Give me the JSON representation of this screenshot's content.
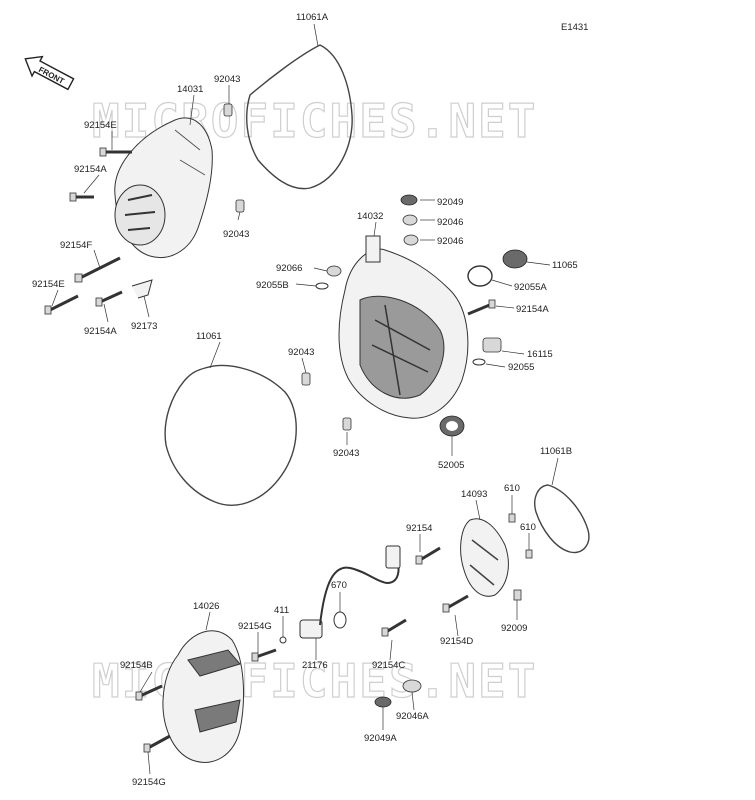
{
  "diagram_code": "E1431",
  "front_label": "FRONT",
  "watermarks": [
    "MICROFICHES.NET",
    "MICROFICHES.NET"
  ],
  "callouts": {
    "c11061A": "11061A",
    "c14031": "14031",
    "c92043a": "92043",
    "c92154E_top": "92154E",
    "c92154A_left": "92154A",
    "c92043b": "92043",
    "c92154F": "92154F",
    "c92154E_bot": "92154E",
    "c92154A_low": "92154A",
    "c92173": "92173",
    "c92049": "92049",
    "c92046a": "92046",
    "c92046b": "92046",
    "c14032": "14032",
    "c92066": "92066",
    "c92055B": "92055B",
    "c11065": "11065",
    "c92055A": "92055A",
    "c92154A_right": "92154A",
    "c11061": "11061",
    "c92043c": "92043",
    "c16115": "16115",
    "c92055": "92055",
    "c92043d": "92043",
    "c52005": "52005",
    "c11061B": "11061B",
    "c610a": "610",
    "c14093": "14093",
    "c92154": "92154",
    "c610b": "610",
    "c670": "670",
    "c14026": "14026",
    "c411": "411",
    "c92154G_top": "92154G",
    "c92154C": "92154C",
    "c92154D": "92154D",
    "c92009": "92009",
    "c21176": "21176",
    "c92154B": "92154B",
    "c92046A": "92046A",
    "c92049A": "92049A",
    "c92154G_bot": "92154G"
  }
}
